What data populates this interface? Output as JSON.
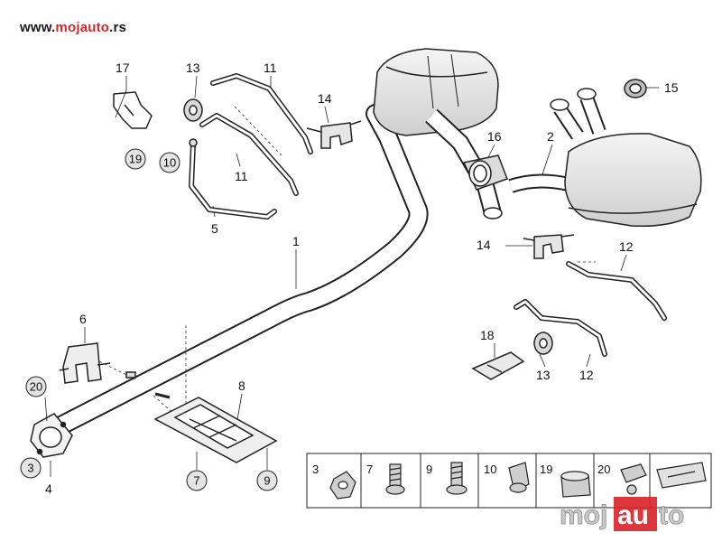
{
  "site": {
    "prefix": "www.",
    "brand": "mojauto",
    "suffix": ".rs"
  },
  "colors": {
    "brand_red": "#d9262c",
    "line": "#222222",
    "part_fill": "#e8e8e8",
    "watermark": "#c9c9c9"
  },
  "callouts": {
    "c1": "1",
    "c2": "2",
    "c3": "3",
    "c4": "4",
    "c5": "5",
    "c6": "6",
    "c7": "7",
    "c8": "8",
    "c9": "9",
    "c10": "10",
    "c11a": "11",
    "c11b": "11",
    "c12a": "12",
    "c12b": "12",
    "c13a": "13",
    "c13b": "13",
    "c14a": "14",
    "c14b": "14",
    "c15": "15",
    "c16": "16",
    "c17": "17",
    "c18": "18",
    "c19": "19",
    "c20": "20"
  },
  "legend": [
    "3",
    "7",
    "9",
    "10",
    "19",
    "20"
  ],
  "watermark": {
    "left": "moj",
    "box": "au",
    "right": "to"
  }
}
